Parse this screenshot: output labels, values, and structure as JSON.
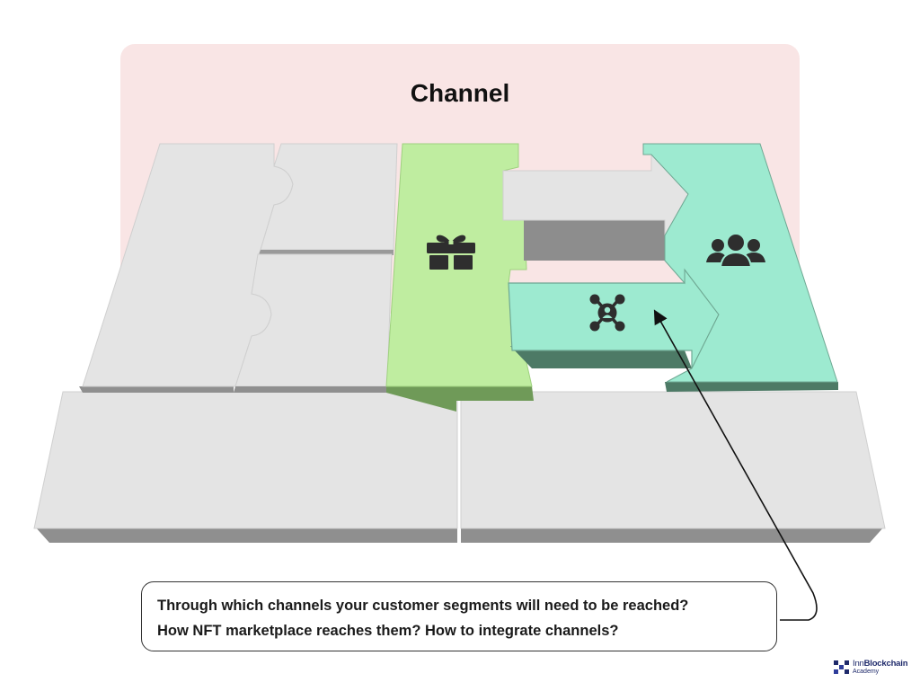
{
  "title": "Channel",
  "callout": {
    "line1": "Through which channels your customer segments will need to be reached?",
    "line2": "How NFT marketplace reaches them? How to integrate channels?"
  },
  "brand": {
    "name_prefix": "Inn",
    "name_main": "Blockchain",
    "sub": "Academy"
  },
  "icons": {
    "value": "gift-icon",
    "channel": "network-person-icon",
    "segments": "users-group-icon"
  },
  "colors": {
    "highlight_bg": "#f9e5e5",
    "gray_tile": "#e3e3e3",
    "gray_side": "#8f8f8f",
    "green_value": "#bfeda0",
    "green_value_side": "#6f9a58",
    "teal": "#9dead0",
    "teal_side": "#4d7a66",
    "icon": "#2e2e2e",
    "brand": "#1f2a6b"
  }
}
